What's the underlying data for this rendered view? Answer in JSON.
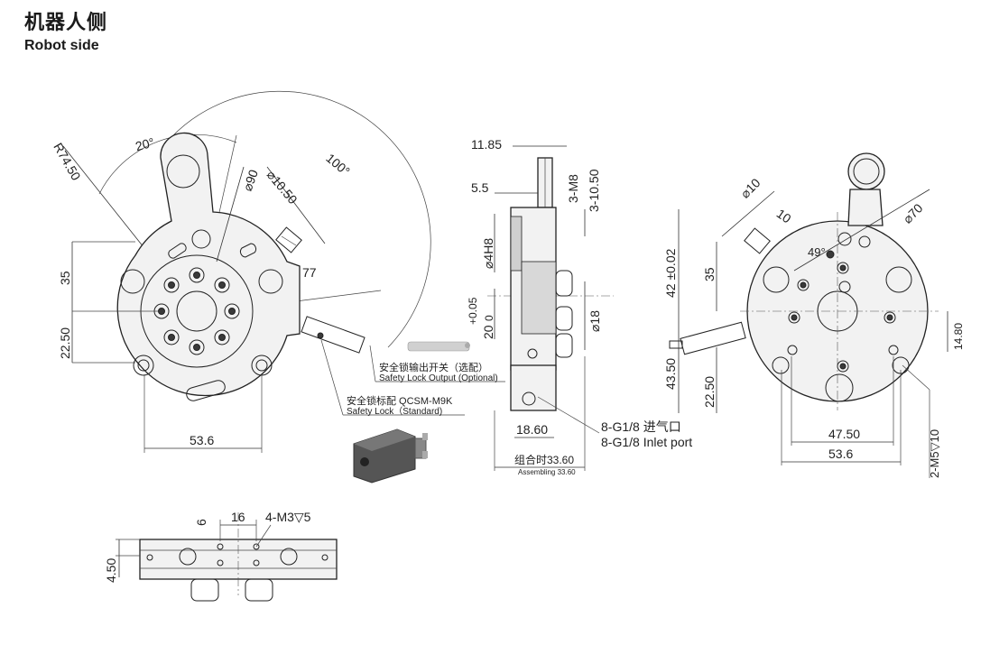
{
  "header": {
    "title_cn": "机器人侧",
    "title_en": "Robot side"
  },
  "front_view": {
    "radius": "R74.50",
    "angle_20": "20°",
    "angle_100": "100°",
    "dia_90": "⌀90",
    "dia_10_50": "⌀10.50",
    "dim_77": "77",
    "dim_35": "35",
    "dim_22_50": "22.50",
    "dim_53_6": "53.6"
  },
  "safety_lock_output": {
    "label_cn": "安全锁输出开关（选配）",
    "label_en": "Safety Lock Output (Optional)"
  },
  "safety_lock_standard": {
    "label_cn": "安全锁标配 QCSM-M9K",
    "label_en": "Safety Lock（Standard)"
  },
  "side_view": {
    "dim_11_85": "11.85",
    "dim_5_5": "5.5",
    "m8": "3-M8",
    "dim_3_10_50": "3-10.50",
    "dia_4h8": "⌀4H8",
    "tol_plus": "+0.05",
    "tol_zero": "0",
    "dim_20": "20",
    "dia_18": "⌀18",
    "dim_18_60": "18.60",
    "inlet_cn": "8-G1/8 进气口",
    "inlet_en": "8-G1/8 Inlet port",
    "assembling_cn": "组合时33.60",
    "assembling_en": "Assembling 33.60"
  },
  "back_view": {
    "dia_10": "⌀10",
    "dim_10": "10",
    "dia_70": "⌀70",
    "angle_49": "49°",
    "dim_42": "42 ±0.02",
    "dim_35": "35",
    "dim_43_50": "43.50",
    "dim_22_50": "22.50",
    "dim_14_80": "14.80",
    "dim_47_50": "47.50",
    "dim_53_6": "53.6",
    "m5": "2-M5▽10"
  },
  "bottom_view": {
    "dim_6": "6",
    "dim_16": "16",
    "m3": "4-M3▽5",
    "dim_4_50": "4.50"
  }
}
